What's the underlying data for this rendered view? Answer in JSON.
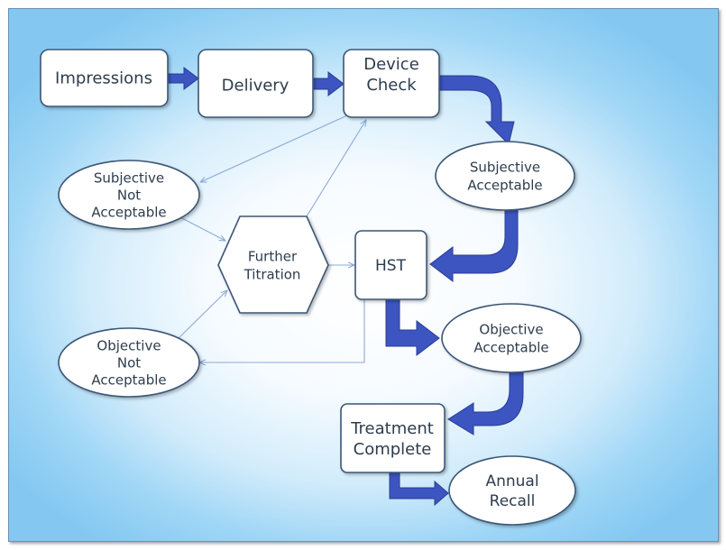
{
  "nodes": {
    "impressions": [
      "Impressions"
    ],
    "delivery": [
      "Delivery"
    ],
    "device_check": [
      "Device",
      "Check"
    ],
    "subjective_acceptable": [
      "Subjective",
      "Acceptable"
    ],
    "subjective_not_acceptable": [
      "Subjective",
      "Not",
      "Acceptable"
    ],
    "further_titration": [
      "Further",
      "Titration"
    ],
    "hst": [
      "HST"
    ],
    "objective_acceptable": [
      "Objective",
      "Acceptable"
    ],
    "objective_not_acceptable": [
      "Objective",
      "Not",
      "Acceptable"
    ],
    "treatment_complete": [
      "Treatment",
      "Complete"
    ],
    "annual_recall": [
      "Annual",
      "Recall"
    ]
  },
  "colors": {
    "arrow_fill": "#3d55c0",
    "arrow_stroke": "#2a3c95",
    "thin_arrow": "#8ea9d6",
    "node_fill": "#ffffff",
    "node_stroke": "#3b5677",
    "text": "#2e3d4d"
  }
}
